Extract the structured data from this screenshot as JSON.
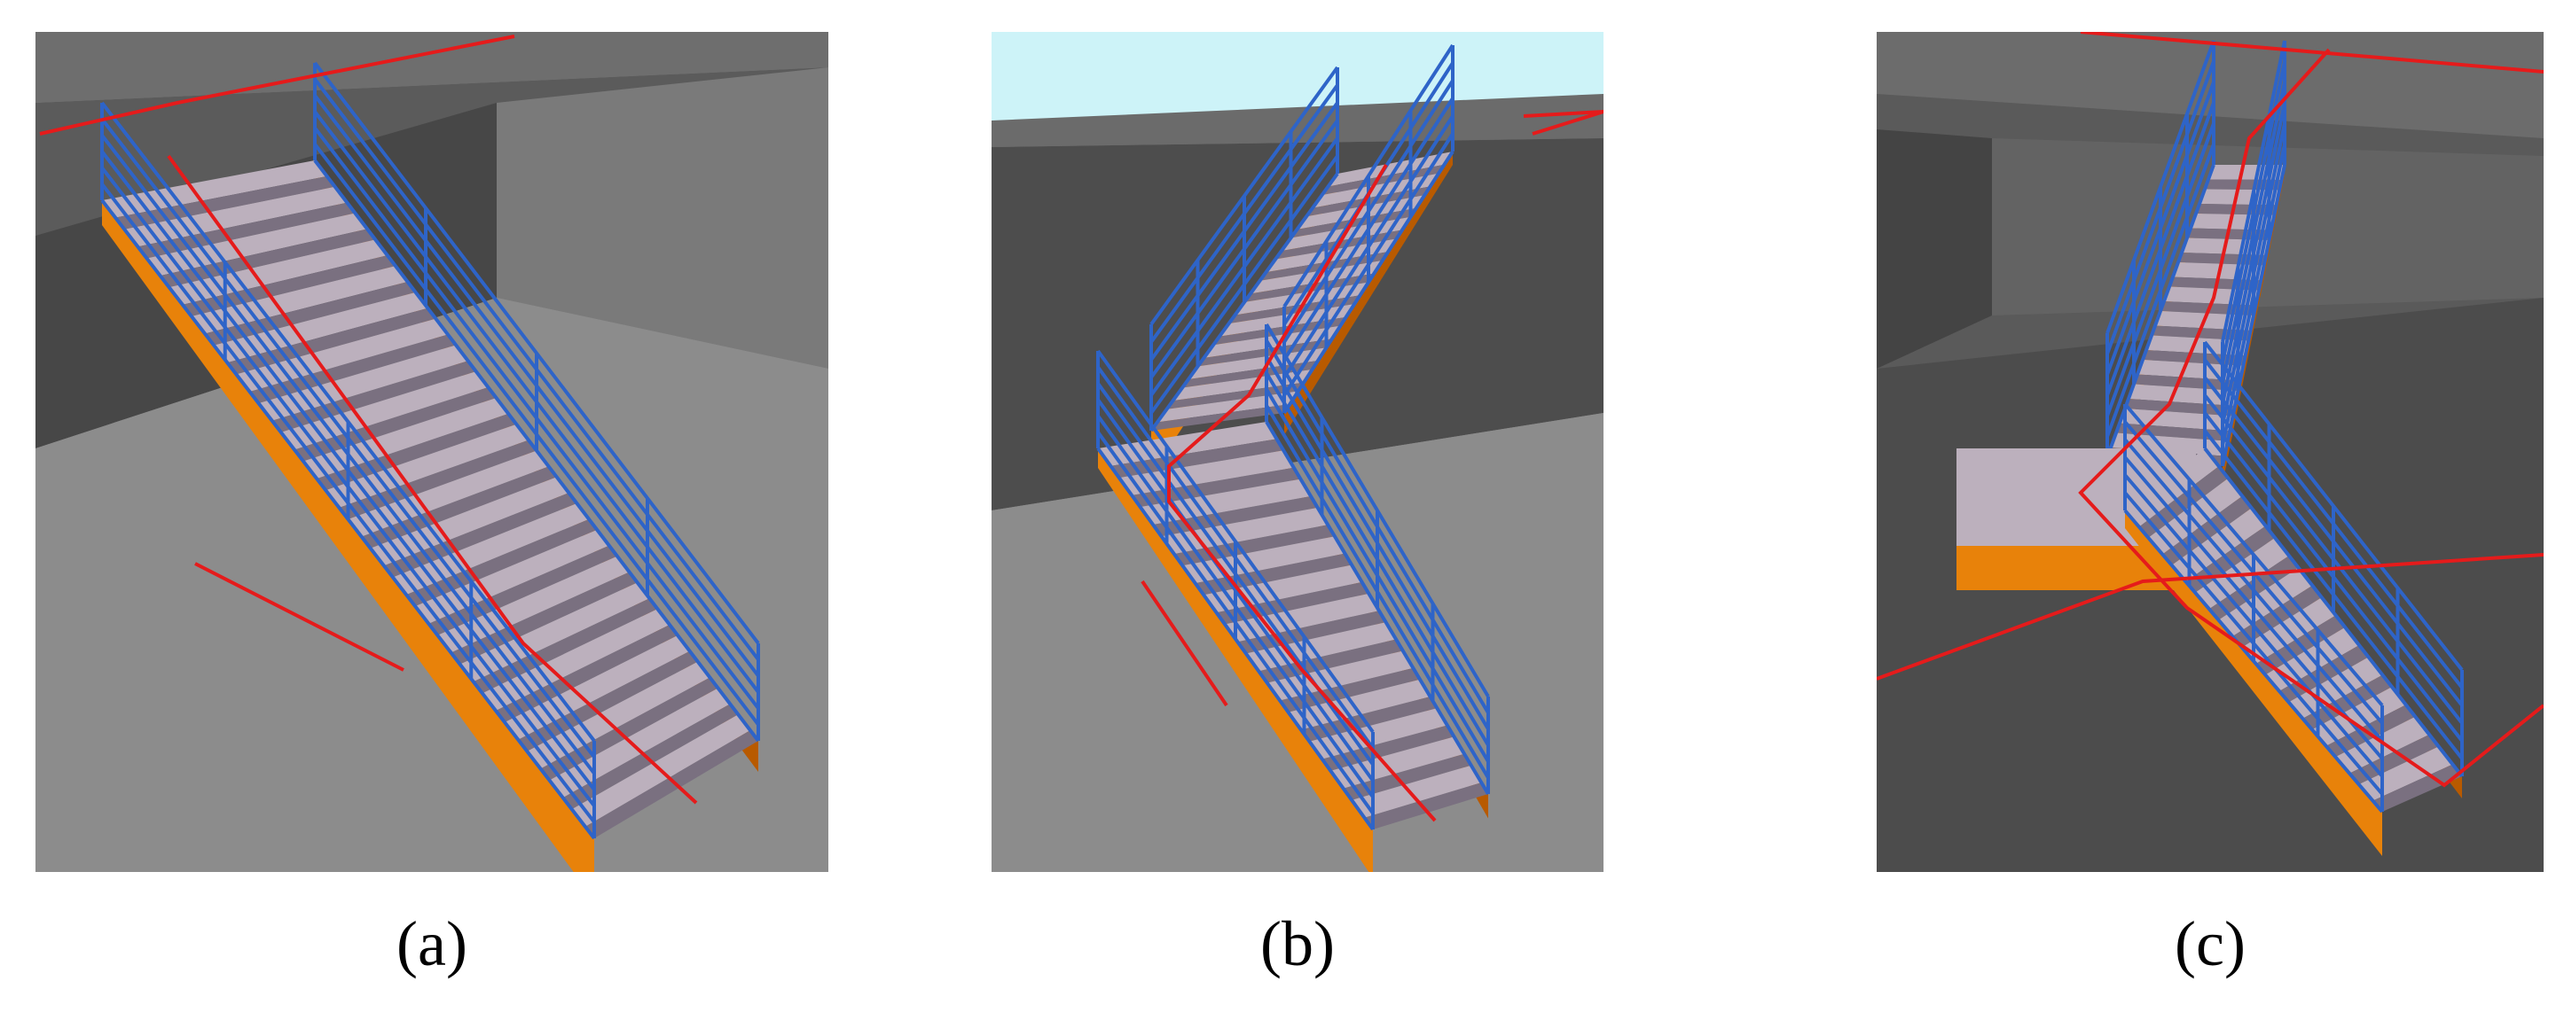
{
  "figure": {
    "panels": [
      {
        "id": "a",
        "caption": "(a)",
        "stair_type": "straight"
      },
      {
        "id": "b",
        "caption": "(b)",
        "stair_type": "winder turn"
      },
      {
        "id": "c",
        "caption": "(c)",
        "stair_type": "half-landing turn"
      }
    ]
  },
  "colors": {
    "stringer": "#e8820a",
    "stringer_dark": "#b85a00",
    "tread": "#bcb0bd",
    "riser": "#7a7080",
    "railing": "#2e64c8",
    "path_line": "#e51b1b",
    "ground": "#8c8c8c",
    "wall_dark": "#4f4f4f",
    "wall_mid": "#6a6a6a",
    "sky": "#cdf3f8"
  },
  "icons": [
    "stair-3d-render-a",
    "stair-3d-render-b",
    "stair-3d-render-c"
  ]
}
